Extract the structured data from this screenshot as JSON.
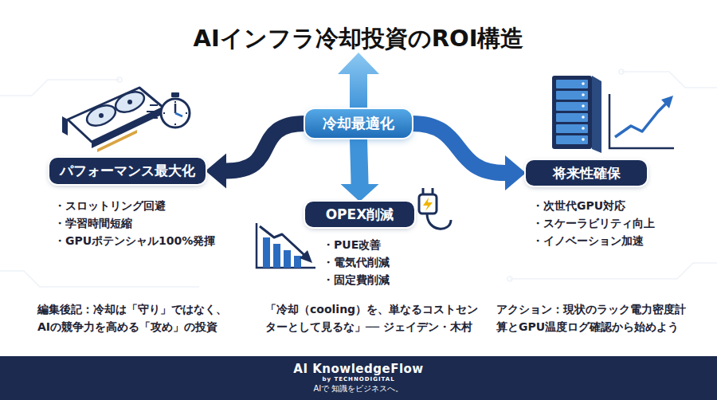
{
  "diagram": {
    "title": "AIインフラ冷却投資のROI構造",
    "nodes": [
      {
        "text": [
          "冷却最適化"
        ]
      },
      {
        "text": [
          "パフォーマンス最大化",
          "・スロットリング回避",
          "・学習時間短縮",
          "・GPUポテンシャル100%発揮"
        ]
      },
      {
        "text": [
          "OPEX削減",
          "・PUE改善",
          "・電気代削減",
          "・固定費削減"
        ]
      },
      {
        "text": [
          "将来性確保",
          "・次世代GPU対応",
          "・スケーラビリティ向上",
          "・イノベーション加速"
        ]
      },
      {
        "text": [
          "AI KnowledgeFlow",
          "by TECHNODIGITAL",
          "AIで 知識をビジネスへ。"
        ]
      }
    ],
    "edges": [
      {
        "from": 0,
        "to": 1,
        "arrow": "to"
      },
      {
        "from": 0,
        "to": 2,
        "arrow": "to"
      },
      {
        "from": 0,
        "to": 3,
        "arrow": "to"
      }
    ],
    "labels": [
      "編集後記：冷却は「守り」ではなく、 AIの競争力を高める「攻め」の投資",
      "「冷却（cooling）を、単なるコストセン ターとして見るな」── ジェイデン・木村",
      "アクション：現状のラック電力密度計 算とGPU温度ログ確認から始めよう"
    ]
  }
}
